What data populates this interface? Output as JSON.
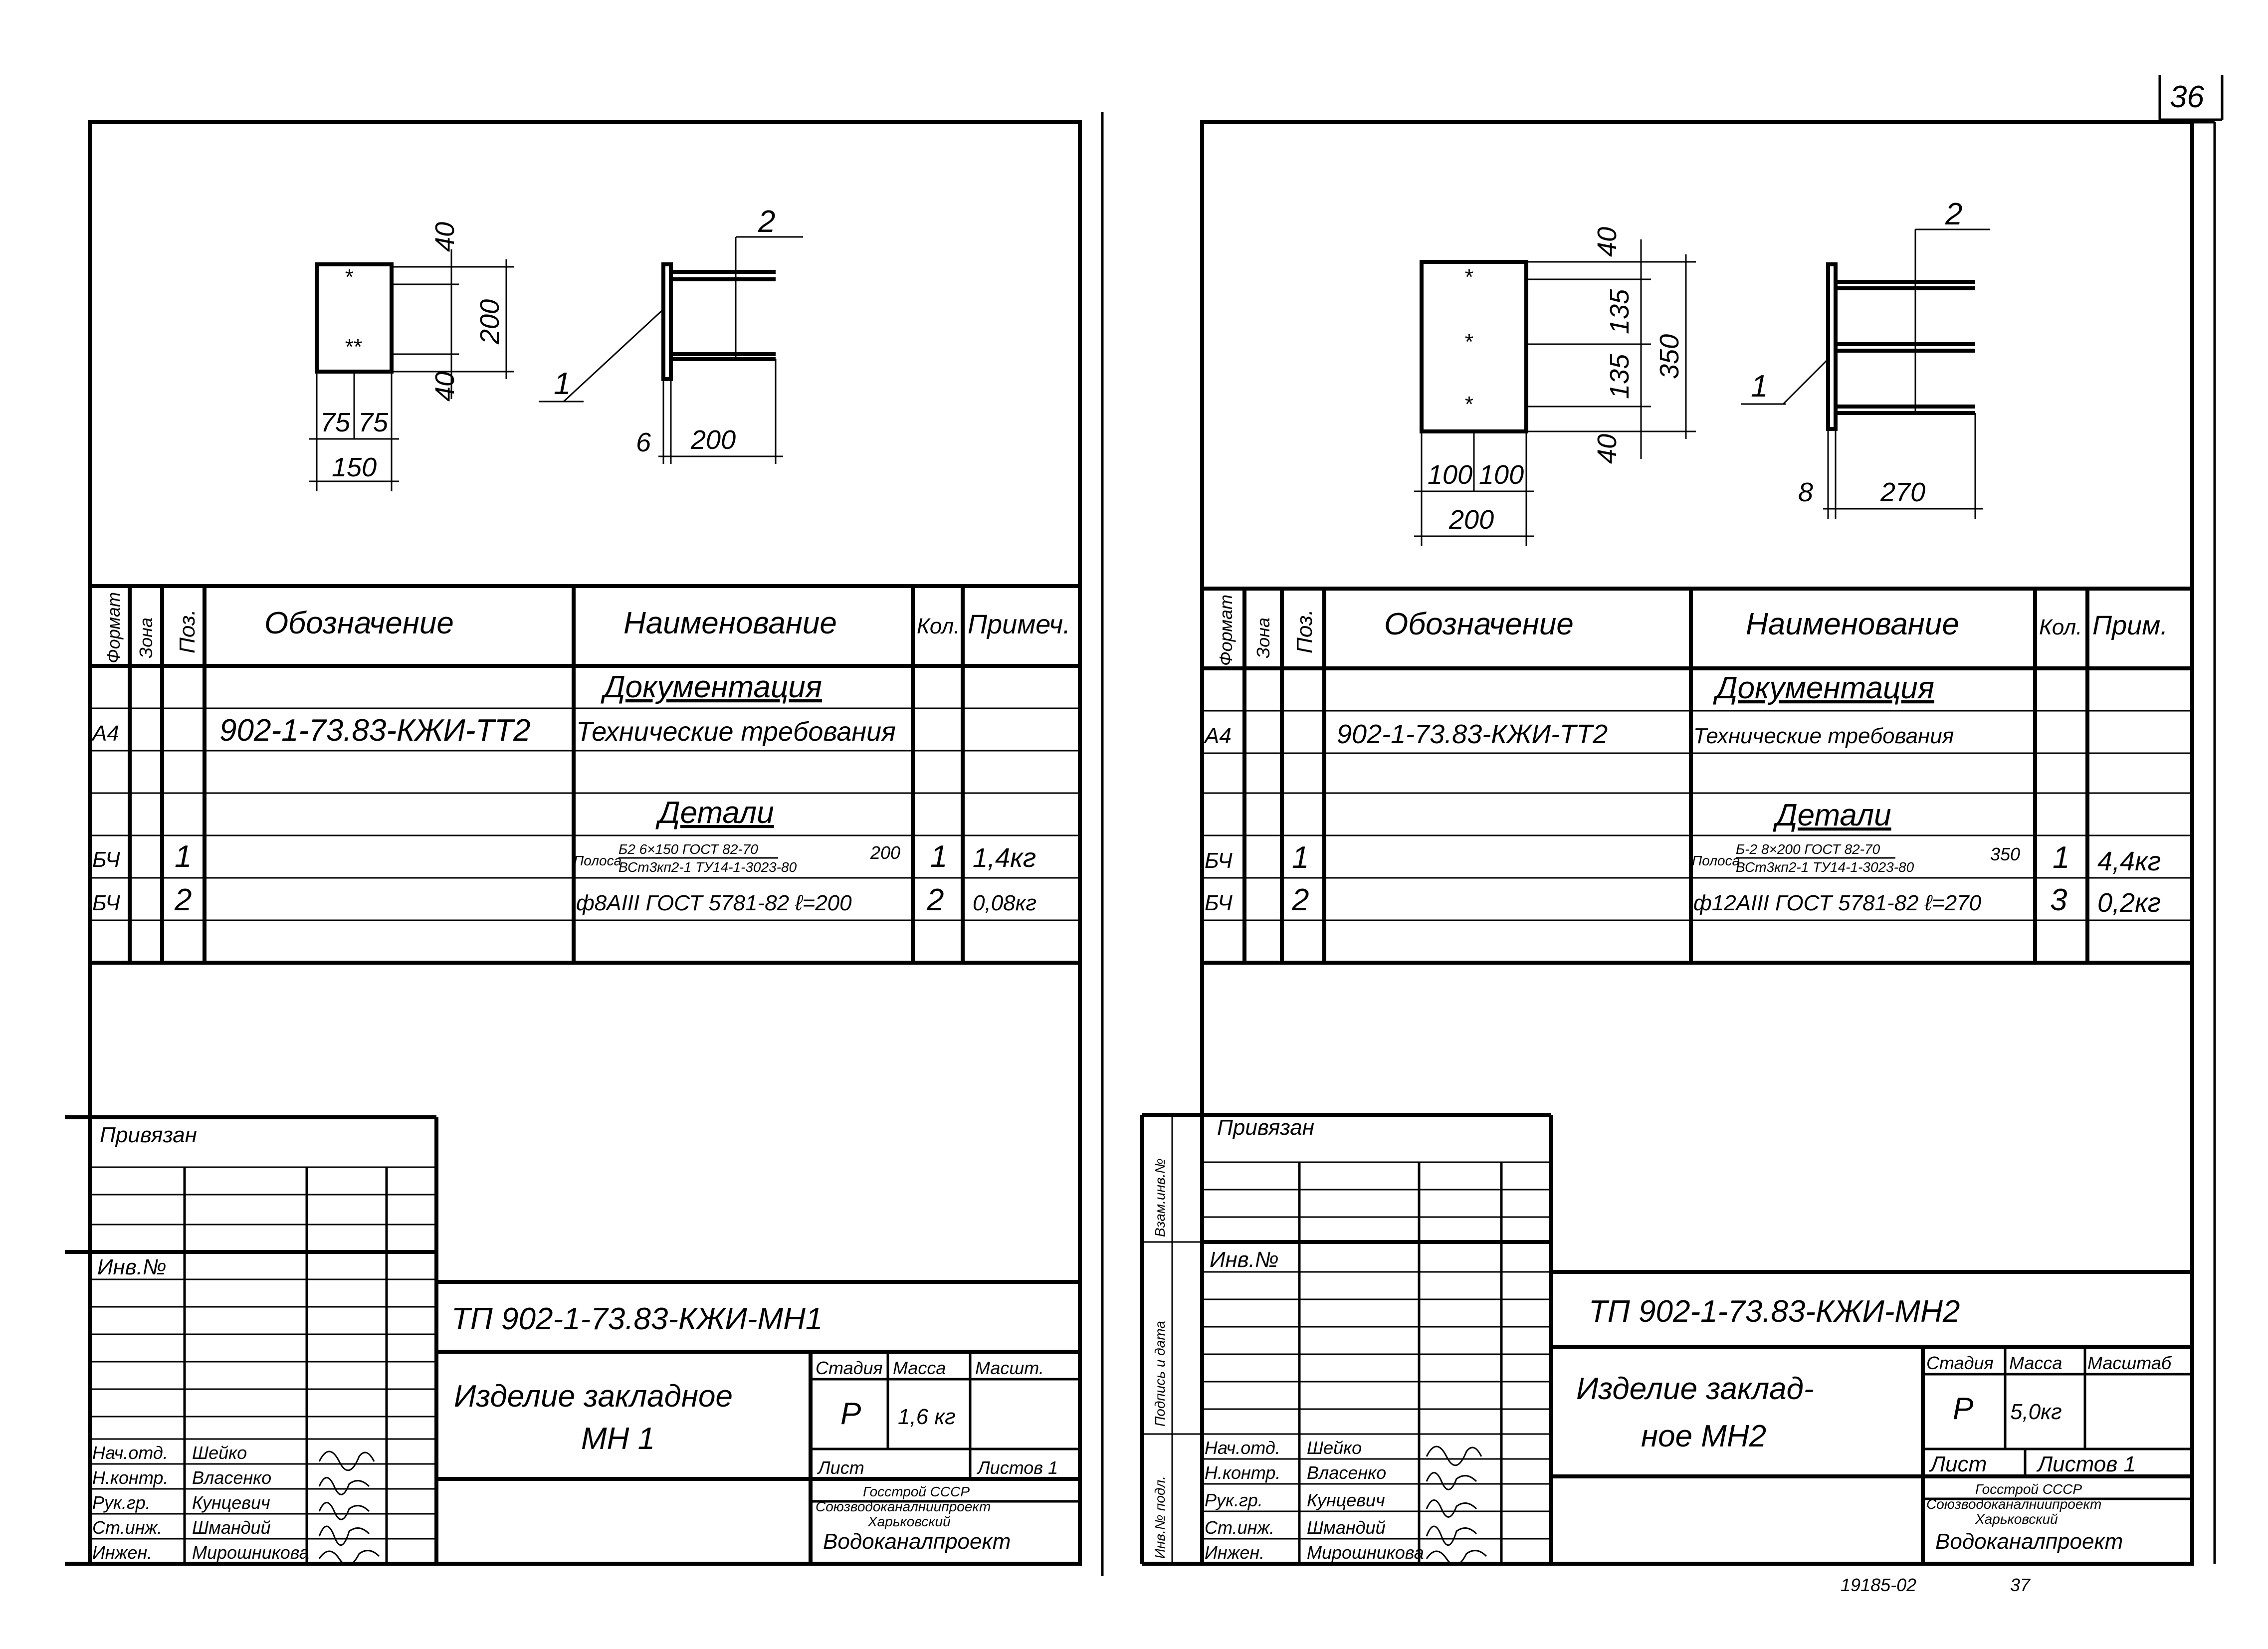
{
  "page": {
    "number": "36",
    "footer_code": "19185-02",
    "footer_page": "37"
  },
  "sheets": [
    {
      "drawing": {
        "plate_height": "200",
        "offset_top": "40",
        "offset_bottom": "40",
        "half_widths": [
          "75",
          "75"
        ],
        "plate_width": "150",
        "thickness": "6",
        "bar_length": "200",
        "callout_1": "1",
        "callout_2": "2"
      },
      "spec": {
        "headers": {
          "format": "Формат",
          "zone": "Зона",
          "pos": "Поз.",
          "designation": "Обозначение",
          "name": "Наименование",
          "qty": "Кол.",
          "note": "Примеч."
        },
        "section_docs": "Документация",
        "doc_row": {
          "format": "А4",
          "designation": "902-1-73.83-КЖИ-ТТ2",
          "name": "Технические требования"
        },
        "section_parts": "Детали",
        "rows": [
          {
            "format": "БЧ",
            "pos": "1",
            "name_prefix": "Полоса",
            "name_top": "Б2 6×150 ГОСТ 82-70",
            "name_bottom": "ВСт3кп2-1 ТУ14-1-3023-80",
            "name_suffix": "200",
            "qty": "1",
            "note": "1,4кг"
          },
          {
            "format": "БЧ",
            "pos": "2",
            "name": "ф8АIII ГОСТ 5781-82 ℓ=200",
            "qty": "2",
            "note": "0,08кг"
          }
        ]
      },
      "title_block": {
        "privyazan": "Привязан",
        "inv_label": "Инв.№",
        "doc_code": "ТП 902-1-73.83-КЖИ-МН1",
        "title_lines": [
          "Изделие закладное",
          "МН 1"
        ],
        "stage_label": "Стадия",
        "mass_label": "Масса",
        "scale_label": "Масшт.",
        "stage": "Р",
        "mass": "1,6 кг",
        "sheet_label": "Лист",
        "sheets_label": "Листов 1",
        "org_lines": [
          "Госстрой СССР",
          "Союзводоканалниипроект",
          "Харьковский",
          "Водоканалпроект"
        ],
        "people": [
          {
            "role": "Нач.отд.",
            "name": "Шейко"
          },
          {
            "role": "Н.контр.",
            "name": "Власенко"
          },
          {
            "role": "Рук.гр.",
            "name": "Кунцевич"
          },
          {
            "role": "Ст.инж.",
            "name": "Шмандий"
          },
          {
            "role": "Инжен.",
            "name": "Мирошникова"
          }
        ]
      }
    },
    {
      "drawing": {
        "plate_height": "350",
        "offset_top": "40",
        "spacing": [
          "135",
          "135"
        ],
        "offset_bottom": "40",
        "half_widths": [
          "100",
          "100"
        ],
        "plate_width": "200",
        "thickness": "8",
        "bar_length": "270",
        "callout_1": "1",
        "callout_2": "2"
      },
      "spec": {
        "headers": {
          "format": "Формат",
          "zone": "Зона",
          "pos": "Поз.",
          "designation": "Обозначение",
          "name": "Наименование",
          "qty": "Кол.",
          "note": "Прим."
        },
        "section_docs": "Документация",
        "doc_row": {
          "format": "А4",
          "designation": "902-1-73.83-КЖИ-ТТ2",
          "name": "Технические требования"
        },
        "section_parts": "Детали",
        "rows": [
          {
            "format": "БЧ",
            "pos": "1",
            "name_prefix": "Полоса",
            "name_top": "Б-2 8×200 ГОСТ 82-70",
            "name_bottom": "ВСт3кп2-1 ТУ14-1-3023-80",
            "name_suffix": "350",
            "qty": "1",
            "note": "4,4кг"
          },
          {
            "format": "БЧ",
            "pos": "2",
            "name": "ф12АIII ГОСТ 5781-82 ℓ=270",
            "qty": "3",
            "note": "0,2кг"
          }
        ]
      },
      "title_block": {
        "privyazan": "Привязан",
        "inv_label": "Инв.№",
        "side_labels": [
          "Взам.инв.№",
          "Подпись и дата",
          "Инв.№ подл."
        ],
        "doc_code": "ТП 902-1-73.83-КЖИ-МН2",
        "title_lines": [
          "Изделие заклад-",
          "ное МН2"
        ],
        "stage_label": "Стадия",
        "mass_label": "Масса",
        "scale_label": "Масштаб",
        "stage": "Р",
        "mass": "5,0кг",
        "sheet_label": "Лист",
        "sheets_label": "Листов 1",
        "org_lines": [
          "Госстрой СССР",
          "Союзводоканалниипроект",
          "Харьковский",
          "Водоканалпроект"
        ],
        "people": [
          {
            "role": "Нач.отд.",
            "name": "Шейко"
          },
          {
            "role": "Н.контр.",
            "name": "Власенко"
          },
          {
            "role": "Рук.гр.",
            "name": "Кунцевич"
          },
          {
            "role": "Ст.инж.",
            "name": "Шмандий"
          },
          {
            "role": "Инжен.",
            "name": "Мирошникова"
          }
        ]
      }
    }
  ]
}
